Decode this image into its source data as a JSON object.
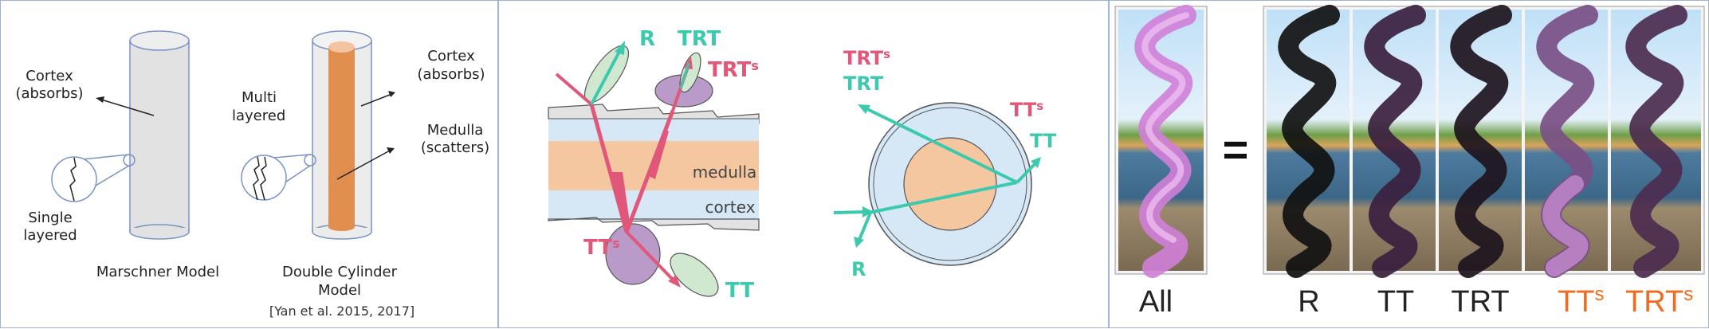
{
  "panel1": {
    "cortex_left_line1": "Cortex",
    "cortex_left_line2": "(absorbs)",
    "multi_line1": "Multi",
    "multi_line2": "layered",
    "cortex_right_line1": "Cortex",
    "cortex_right_line2": "(absorbs)",
    "medulla_line1": "Medulla",
    "medulla_line2": "(scatters)",
    "single_line1": "Single",
    "single_line2": "layered",
    "model1": "Marschner Model",
    "model2_line1": "Double Cylinder",
    "model2_line2": "Model",
    "citation": "[Yan et al. 2015, 2017]"
  },
  "panel2": {
    "R": "R",
    "TRT": "TRT",
    "TRTs_base": "TRT",
    "TRTs_sup": "s",
    "medulla": "medulla",
    "cortex": "cortex",
    "TTs_base": "TT",
    "TTs_sup": "s",
    "TT": "TT",
    "circ_TRTs_base": "TRT",
    "circ_TRTs_sup": "s",
    "circ_TRT": "TRT",
    "circ_TTs_base": "TT",
    "circ_TTs_sup": "s",
    "circ_TT": "TT",
    "circ_R": "R"
  },
  "panel3": {
    "equals": "=",
    "labels": [
      {
        "base": "All",
        "sup": ""
      },
      {
        "base": "R",
        "sup": ""
      },
      {
        "base": "TT",
        "sup": ""
      },
      {
        "base": "TRT",
        "sup": ""
      },
      {
        "base": "TT",
        "sup": "s"
      },
      {
        "base": "TRT",
        "sup": "s"
      }
    ]
  },
  "colors": {
    "pink": "#e0577a",
    "teal": "#3cc9ad",
    "orange": "#f26a1b",
    "medulla": "#f4c7a1",
    "cortex": "#d6e7f6"
  }
}
